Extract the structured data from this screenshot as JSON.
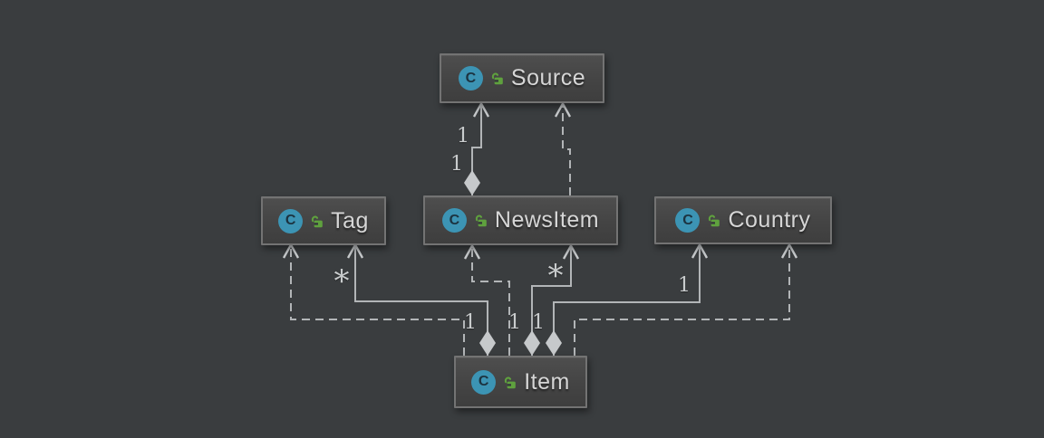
{
  "canvas": {
    "background_color": "#3a3d3f",
    "line_color": "#b2b5b7",
    "marker_color": "#c6c9cb",
    "label_color": "#c9cccd",
    "node_border_color": "#737373"
  },
  "icons": {
    "class_badge_letter": "C",
    "class_badge_color": "#3c94b4",
    "lock_color": "#5fa13e"
  },
  "nodes": [
    {
      "name": "Source"
    },
    {
      "name": "Tag"
    },
    {
      "name": "NewsItem"
    },
    {
      "name": "Country"
    },
    {
      "name": "Item"
    }
  ],
  "edges": [
    {
      "id": "newsitem-to-source-aggregation",
      "from": "NewsItem",
      "to": "Source",
      "style": "solid",
      "head": "open-arrow",
      "tail": "diamond",
      "label_at_head": "1",
      "label_at_tail": "1"
    },
    {
      "id": "newsitem-to-source-dependency",
      "from": "NewsItem",
      "to": "Source",
      "style": "dashed",
      "head": "open-arrow"
    },
    {
      "id": "item-to-tag-aggregation",
      "from": "Item",
      "to": "Tag",
      "style": "solid",
      "head": "open-arrow",
      "tail": "diamond",
      "label_at_head": "*",
      "label_at_tail": "1"
    },
    {
      "id": "item-to-tag-dependency",
      "from": "Item",
      "to": "Tag",
      "style": "dashed",
      "head": "open-arrow"
    },
    {
      "id": "item-to-newsitem-aggregation",
      "from": "Item",
      "to": "NewsItem",
      "style": "solid",
      "head": "open-arrow",
      "tail": "diamond",
      "label_at_head": "*",
      "label_at_tail": "1"
    },
    {
      "id": "item-to-newsitem-dependency",
      "from": "Item",
      "to": "NewsItem",
      "style": "dashed",
      "head": "open-arrow"
    },
    {
      "id": "item-to-country-aggregation",
      "from": "Item",
      "to": "Country",
      "style": "solid",
      "head": "open-arrow",
      "tail": "diamond",
      "label_at_head": "1",
      "label_at_tail": "1"
    },
    {
      "id": "item-to-country-dependency",
      "from": "Item",
      "to": "Country",
      "style": "dashed",
      "head": "open-arrow"
    }
  ]
}
